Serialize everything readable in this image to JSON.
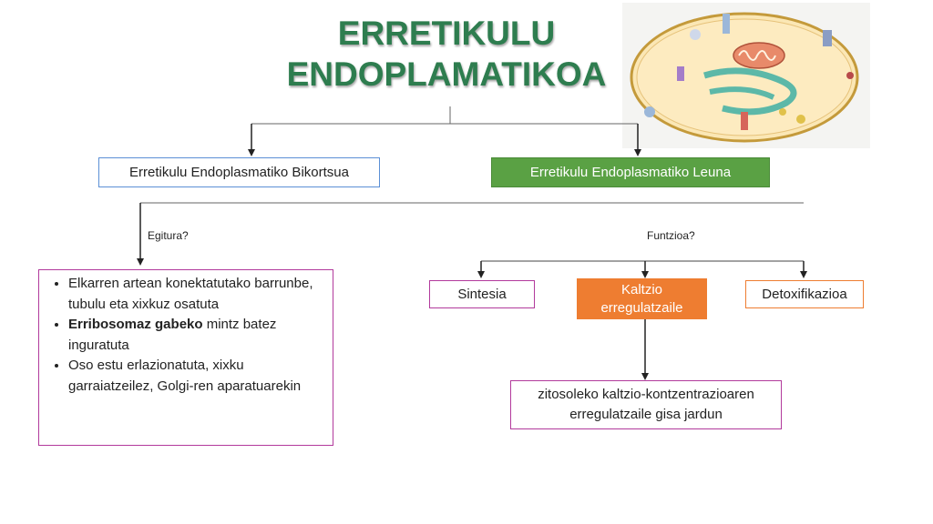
{
  "title": {
    "line1": "ERRETIKULU",
    "line2": "ENDOPLAMATIKOA"
  },
  "nodes": {
    "rough_er": "Erretikulu Endoplasmatiko Bikortsua",
    "smooth_er": "Erretikulu Endoplasmatiko Leuna",
    "structure_q": "Egitura?",
    "function_q": "Funtzioa?",
    "synthesis": "Sintesia",
    "calcium": "Kaltzio erregulatzaile",
    "detox": "Detoxifikazioa",
    "calcium_detail": "zitosoleko kaltzio-kontzentrazioaren erregulatzaile gisa jardun"
  },
  "structure_bullets": [
    {
      "bold": "",
      "text": "Elkarren artean konektatutako barrunbe, tubulu eta xixkuz osatuta"
    },
    {
      "bold": "Erribosomaz gabeko",
      "text": " mintz batez inguratuta"
    },
    {
      "bold": "",
      "text": "Oso estu erlazionatuta, xixku garraiatzeilez, Golgi-ren aparatuarekin"
    }
  ],
  "colors": {
    "title": "#2e7d4f",
    "rough_border": "#5b8fd6",
    "smooth_fill": "#5aa144",
    "calcium_fill": "#ee7d31",
    "magenta_border": "#b23a9c",
    "orange_border": "#ee7d31"
  },
  "illustration": {
    "icon": "cell-calcium-diagram-image"
  }
}
